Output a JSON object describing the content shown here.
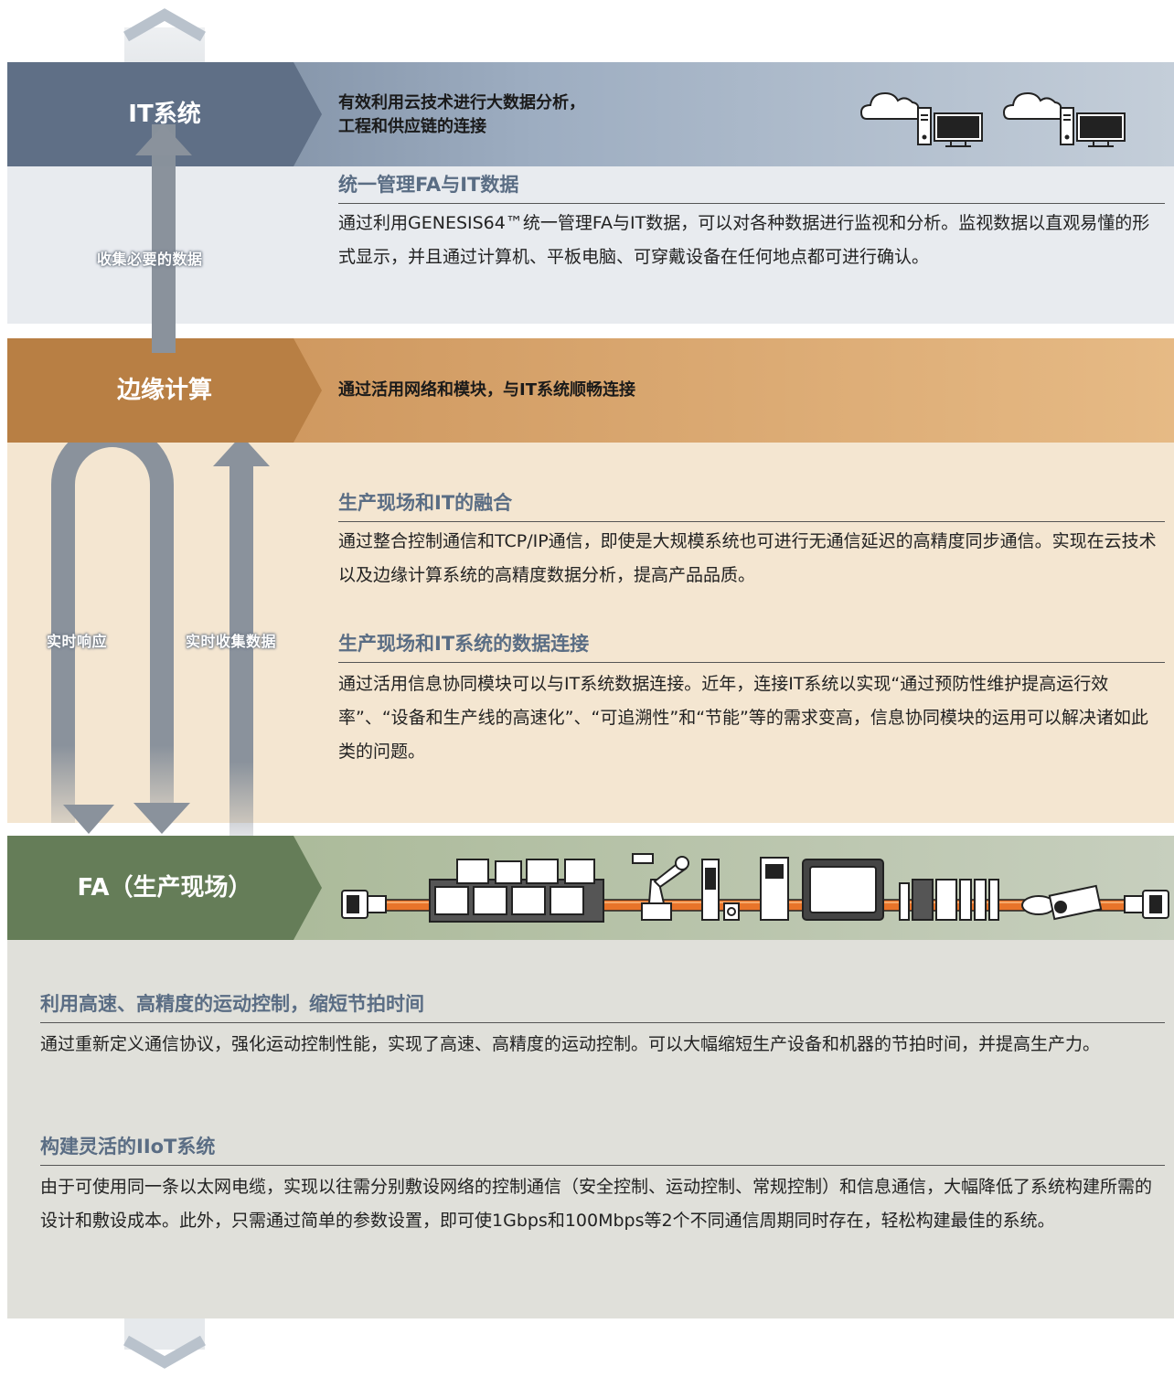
{
  "it": {
    "tag": "IT系统",
    "header_line1": "有效利用云技术进行大数据分析，",
    "header_line2": "工程和供应链的连接",
    "heading": "统一管理FA与IT数据",
    "body": "通过利用GENESIS64™统一管理FA与IT数据，可以对各种数据进行监视和分析。监视数据以直观易懂的形式显示，并且通过计算机、平板电脑、可穿戴设备在任何地点都可进行确认。",
    "arrow_label": "收集必要的数据"
  },
  "edge": {
    "tag": "边缘计算",
    "header": "通过活用网络和模块，与IT系统顺畅连接",
    "heading1": "生产现场和IT的融合",
    "body1": "通过整合控制通信和TCP/IP通信，即使是大规模系统也可进行无通信延迟的高精度同步通信。实现在云技术以及边缘计算系统的高精度数据分析，提高产品品质。",
    "heading2": "生产现场和IT系统的数据连接",
    "body2": "通过活用信息协同模块可以与IT系统数据连接。近年，连接IT系统以实现“通过预防性维护提高运行效率”、“设备和生产线的高速化”、“可追溯性”和“节能”等的需求变高，信息协同模块的运用可以解决诸如此类的问题。",
    "arrow_label_left": "实时响应",
    "arrow_label_right": "实时收集数据"
  },
  "fa": {
    "tag": "FA（生产现场）",
    "heading1": "利用高速、高精度的运动控制，缩短节拍时间",
    "body1": "通过重新定义通信协议，强化运动控制性能，实现了高速、高精度的运动控制。可以大幅缩短生产设备和机器的节拍时间，并提高生产力。",
    "heading2": "构建灵活的IIoT系统",
    "body2": "由于可使用同一条以太网电缆，实现以往需分别敷设网络的控制通信（安全控制、运动控制、常规控制）和信息通信，大幅降低了系统构建所需的设计和敷设成本。此外，只需通过简单的参数设置，即可使1Gbps和100Mbps等2个不同通信周期同时存在，轻松构建最佳的系统。"
  },
  "colors": {
    "it_tag": "#5f6f86",
    "edge_tag": "#b87f44",
    "fa_tag": "#657d58",
    "heading_text": "#5a6d84",
    "arrow": "#8a929c",
    "cable": "#e8742a"
  },
  "icons": [
    "cloud-server-monitor-icon",
    "ethernet-connector-icon",
    "plc-module-icon",
    "robot-arm-icon",
    "servo-drive-icon",
    "hmi-panel-icon",
    "camera-icon"
  ]
}
